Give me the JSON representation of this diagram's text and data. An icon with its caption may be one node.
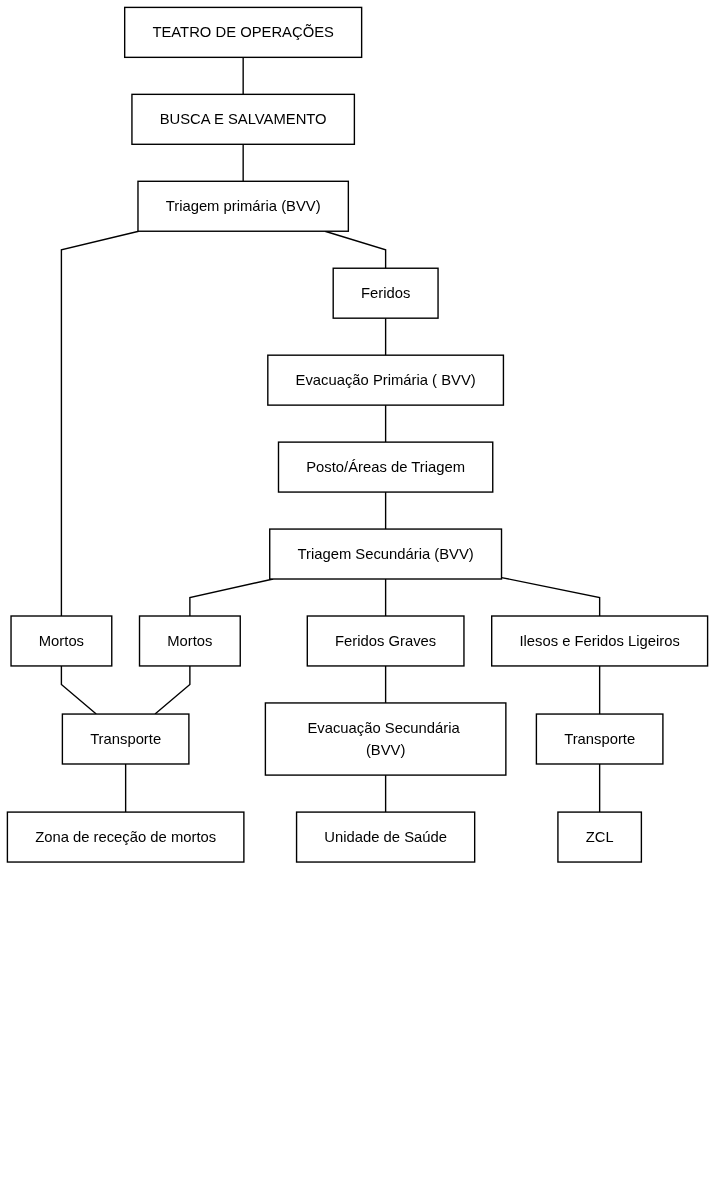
{
  "diagram": {
    "nodes": [
      {
        "text": [
          "TEATRO DE OPERAÇÕES"
        ]
      },
      {
        "text": [
          "BUSCA E SALVAMENTO"
        ]
      },
      {
        "text": [
          "Triagem primária (BVV)"
        ]
      },
      {
        "text": [
          "Mortos"
        ]
      },
      {
        "text": [
          "Feridos"
        ]
      },
      {
        "text": [
          "Evacuação Primária ( BVV)"
        ]
      },
      {
        "text": [
          "Posto/Áreas de Triagem"
        ]
      },
      {
        "text": [
          "Triagem Secundária (BVV)"
        ]
      },
      {
        "text": [
          "Mortos"
        ]
      },
      {
        "text": [
          "Feridos Graves"
        ]
      },
      {
        "text": [
          "Ilesos e Feridos Ligeiros"
        ]
      },
      {
        "text": [
          "Transporte"
        ]
      },
      {
        "text": [
          "Evacuação Secundária (BVV)"
        ]
      },
      {
        "text": [
          "Transporte"
        ]
      },
      {
        "text": [
          "Zona de receção de mortos"
        ]
      },
      {
        "text": [
          "Unidade de Saúde"
        ]
      },
      {
        "text": [
          "ZCL"
        ]
      }
    ],
    "edges": [
      {
        "from": 0,
        "to": 1,
        "arrow": "none"
      },
      {
        "from": 1,
        "to": 2,
        "arrow": "none"
      },
      {
        "from": 2,
        "to": 3,
        "arrow": "none"
      },
      {
        "from": 2,
        "to": 4,
        "arrow": "none"
      },
      {
        "from": 4,
        "to": 5,
        "arrow": "none"
      },
      {
        "from": 5,
        "to": 6,
        "arrow": "none"
      },
      {
        "from": 6,
        "to": 7,
        "arrow": "none"
      },
      {
        "from": 7,
        "to": 8,
        "arrow": "none"
      },
      {
        "from": 7,
        "to": 9,
        "arrow": "none"
      },
      {
        "from": 7,
        "to": 10,
        "arrow": "none"
      },
      {
        "from": 3,
        "to": 11,
        "arrow": "none"
      },
      {
        "from": 8,
        "to": 11,
        "arrow": "none"
      },
      {
        "from": 9,
        "to": 12,
        "arrow": "none"
      },
      {
        "from": 10,
        "to": 13,
        "arrow": "none"
      },
      {
        "from": 11,
        "to": 14,
        "arrow": "none"
      },
      {
        "from": 12,
        "to": 15,
        "arrow": "none"
      },
      {
        "from": 13,
        "to": 16,
        "arrow": "none"
      }
    ]
  }
}
